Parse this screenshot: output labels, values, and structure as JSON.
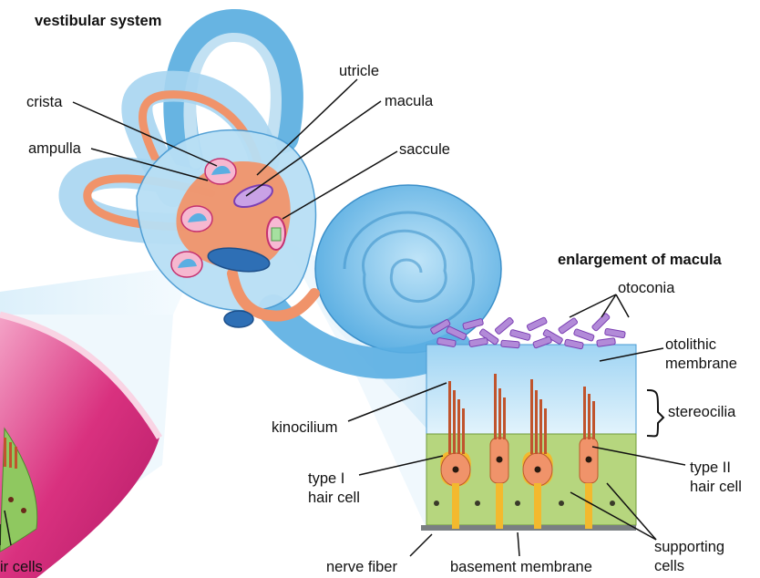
{
  "titles": {
    "vestibular": "vestibular system",
    "macula_enlargement": "enlargement of macula"
  },
  "labels": {
    "crista": "crista",
    "ampulla": "ampulla",
    "utricle": "utricle",
    "macula": "macula",
    "saccule": "saccule",
    "otoconia": "otoconia",
    "otolithic_membrane": [
      "otolithic",
      "membrane"
    ],
    "stereocilia": "stereocilia",
    "kinocilium": "kinocilium",
    "type1": [
      "type I",
      "hair cell"
    ],
    "type2": [
      "type II",
      "hair cell"
    ],
    "supporting": [
      "supporting",
      "cells"
    ],
    "nerve_fiber": "nerve fiber",
    "basement_membrane": "basement membrane",
    "hair_cells_partial": "ir cells"
  },
  "colors": {
    "canal_blue": "#5fb0e0",
    "labyrinth_orange": "#f0936a",
    "cochlea_blue": "#7cc4ee",
    "gel_blue": "#cfeaf9",
    "supporting_green": "#b6d67e",
    "otoconia_purple": "#b28ad8",
    "crista_pink": "#d9317f",
    "nerve_yellow": "#f3b92e"
  }
}
